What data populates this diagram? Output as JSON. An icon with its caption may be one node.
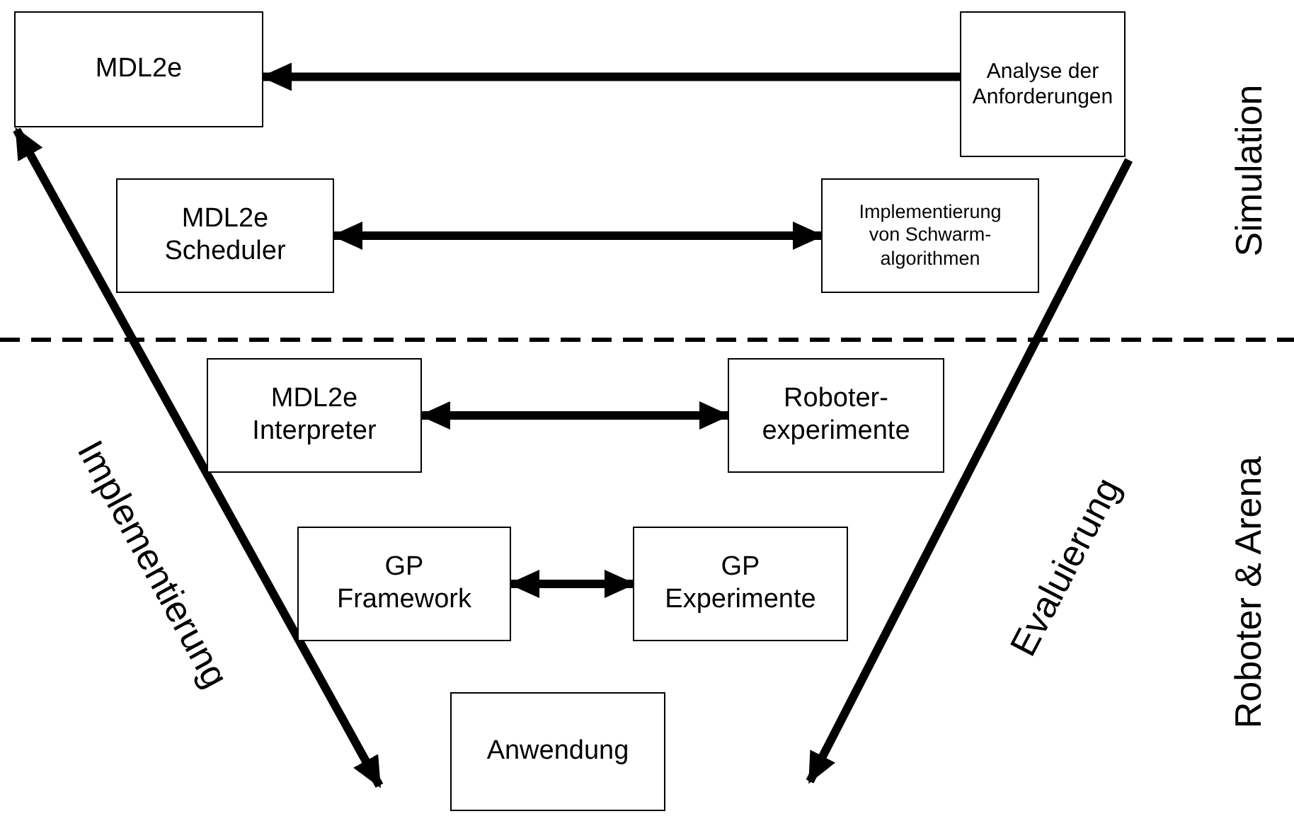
{
  "diagram": {
    "nodes": [
      {
        "text": [
          "MDL2e"
        ]
      },
      {
        "text": [
          "Analyse der Anforderungen"
        ]
      },
      {
        "text": [
          "MDL2e Scheduler"
        ]
      },
      {
        "text": [
          "Implementierung von Schwarm- algorithmen"
        ]
      },
      {
        "text": [
          "MDL2e Interpreter"
        ]
      },
      {
        "text": [
          "Roboter- experimente"
        ]
      },
      {
        "text": [
          "GP Framework"
        ]
      },
      {
        "text": [
          "GP Experimente"
        ]
      },
      {
        "text": [
          "Anwendung"
        ]
      }
    ],
    "edges": [
      {
        "from": 1,
        "to": 0,
        "arrow": "to"
      },
      {
        "from": 2,
        "to": 3,
        "arrow": "both"
      },
      {
        "from": 4,
        "to": 5,
        "arrow": "both"
      },
      {
        "from": 6,
        "to": 7,
        "arrow": "both"
      },
      {
        "from": 0,
        "to": null,
        "arrow": "both",
        "label": "Implementierung"
      },
      {
        "from": 1,
        "to": null,
        "arrow": "to",
        "label": "Evaluierung"
      }
    ],
    "labels": [
      "Simulation",
      "Roboter & Arena"
    ]
  }
}
